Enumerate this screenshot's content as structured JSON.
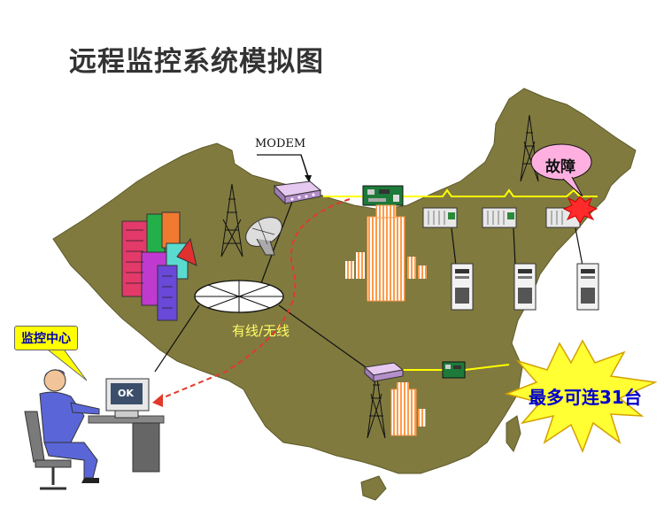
{
  "title": "远程监控系统模拟图",
  "labels": {
    "modem": "MODEM",
    "network": "有线/无线",
    "fault": "故障",
    "monitor_center": "监控中心",
    "max_connect": "最多可连31台",
    "screen_text": "OK"
  },
  "colors": {
    "map": "#807a3f",
    "map_edge": "#5e5a2a",
    "bus": "#ffff00",
    "wireless": "#e23a2a",
    "building": "#ff9b48",
    "starburst": "#ffff33"
  }
}
